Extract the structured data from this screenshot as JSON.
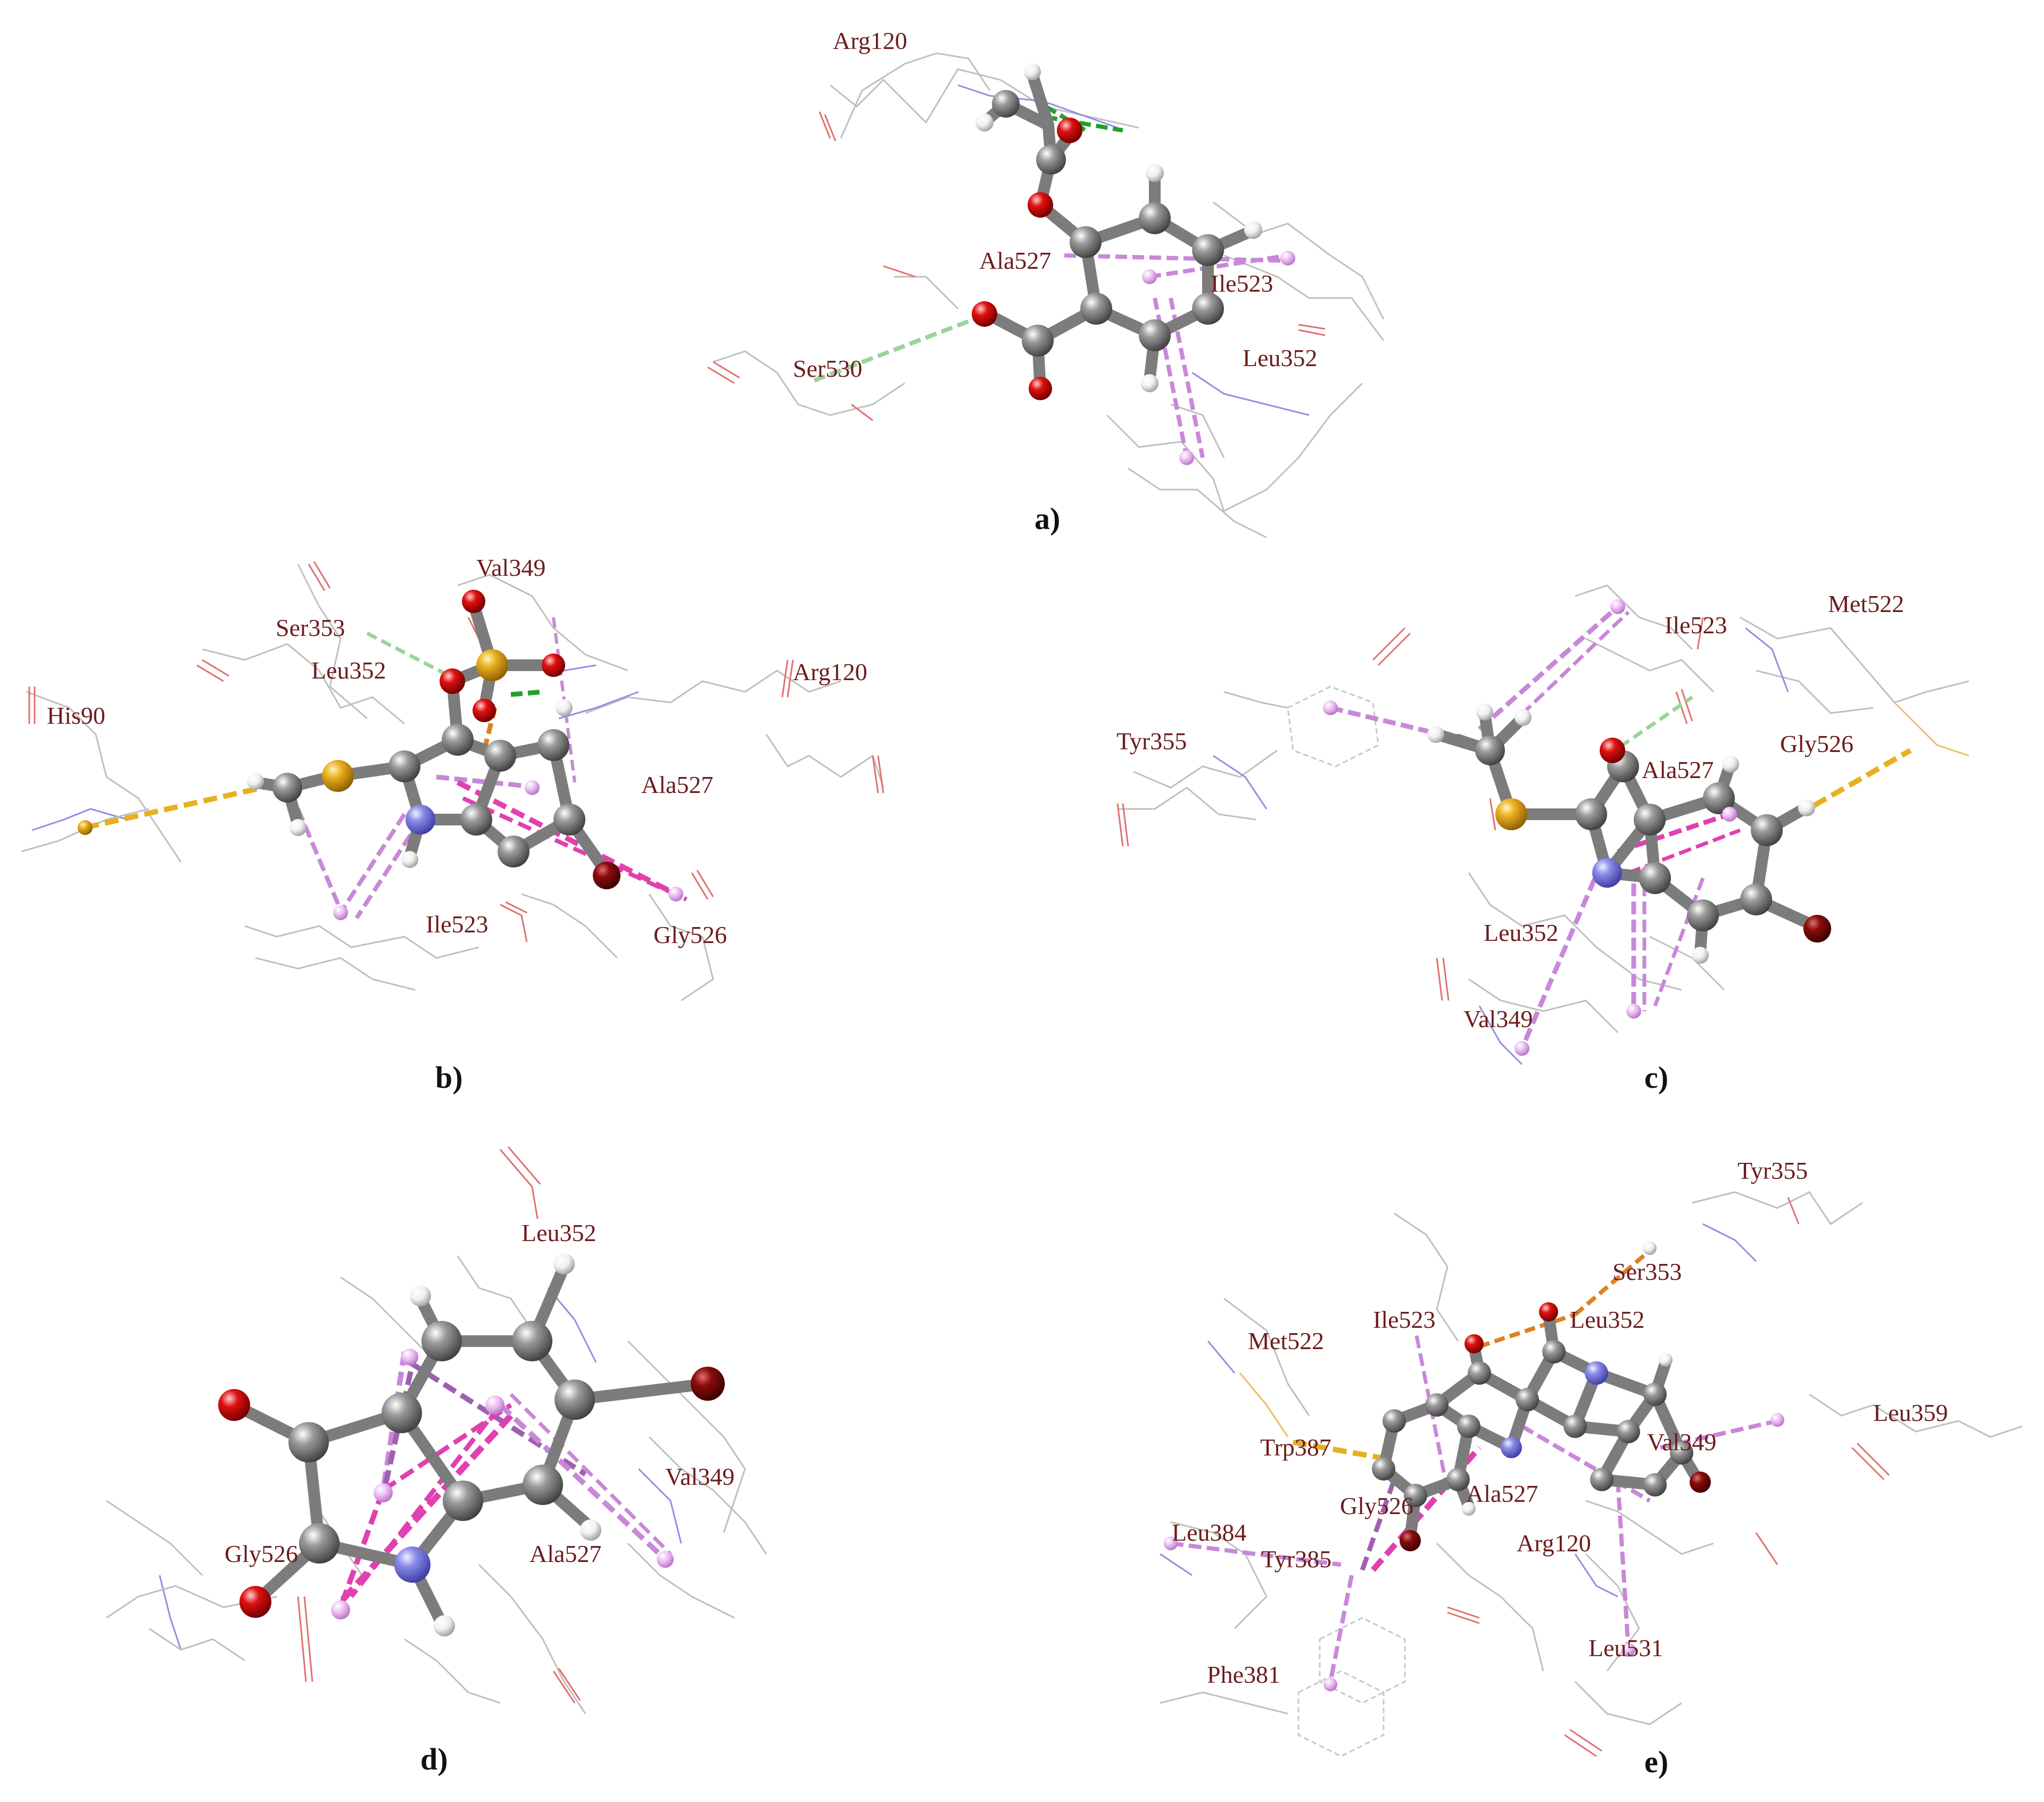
{
  "colors": {
    "carbon": "#7c7c7c",
    "oxygen": "#d01010",
    "sulfur": "#e8b020",
    "nitrogen": "#8080e8",
    "bromine": "#8a0c0c",
    "hydrogen": "#f4f4f4",
    "hbond": "#22a02a",
    "hbond_weak": "#9ad49a",
    "pi_alkyl": "#c888d8",
    "pi_pi": "#e040b0",
    "pi_sulfur": "#e8b020",
    "pi_cation": "#e08020",
    "residue_label": "#6b1c1c",
    "panel_label": "#111111"
  },
  "panels": [
    {
      "id": "a",
      "label": "a)",
      "residues": [
        "Arg120",
        "Ala527",
        "Ile523",
        "Ser530",
        "Leu352"
      ]
    },
    {
      "id": "b",
      "label": "b)",
      "residues": [
        "Val349",
        "Ser353",
        "Leu352",
        "His90",
        "Arg120",
        "Ala527",
        "Ile523",
        "Gly526"
      ]
    },
    {
      "id": "c",
      "label": "c)",
      "residues": [
        "Ile523",
        "Met522",
        "Tyr355",
        "Gly526",
        "Ala527",
        "Leu352",
        "Val349"
      ]
    },
    {
      "id": "d",
      "label": "d)",
      "residues": [
        "Leu352",
        "Val349",
        "Gly526",
        "Ala527"
      ]
    },
    {
      "id": "e",
      "label": "e)",
      "residues": [
        "Tyr355",
        "Ser353",
        "Met522",
        "Ile523",
        "Leu352",
        "Leu359",
        "Trp387",
        "Val349",
        "Gly526",
        "Ala527",
        "Leu384",
        "Arg120",
        "Tyr385",
        "Phe381",
        "Leu531"
      ]
    }
  ]
}
